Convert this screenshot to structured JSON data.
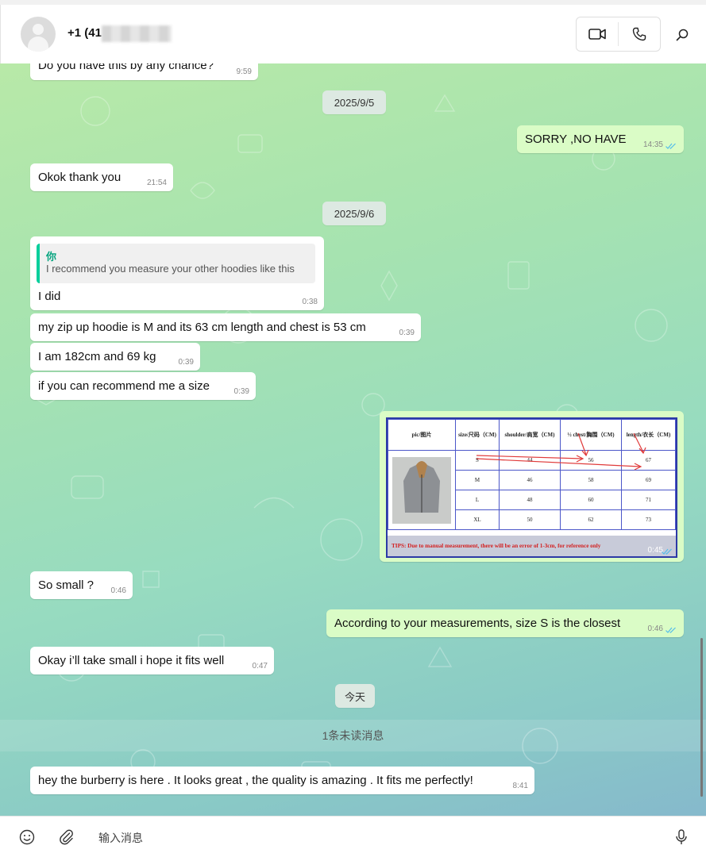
{
  "header": {
    "contact_name": "+1 (41",
    "icons": [
      "video-call-icon",
      "voice-call-icon",
      "search-icon"
    ]
  },
  "messages": [
    {
      "id": "m0",
      "dir": "in",
      "text": "Do you have this by any chance?",
      "time": "9:59"
    },
    {
      "id": "d1",
      "type": "date",
      "text": "2025/9/5"
    },
    {
      "id": "m1",
      "dir": "out",
      "text": "SORRY ,NO HAVE",
      "time": "14:35",
      "read": true
    },
    {
      "id": "m2",
      "dir": "in",
      "text": "Okok thank you",
      "time": "21:54"
    },
    {
      "id": "d2",
      "type": "date",
      "text": "2025/9/6"
    },
    {
      "id": "m3",
      "dir": "in",
      "text": "I did",
      "time": "0:38",
      "quote": {
        "name": "你",
        "text": "I recommend you measure your other hoodies like this"
      }
    },
    {
      "id": "m4",
      "dir": "in",
      "text": "my zip up hoodie is M and its 63 cm length and chest is 53 cm",
      "time": "0:39"
    },
    {
      "id": "m5",
      "dir": "in",
      "text": "I am 182cm and 69 kg",
      "time": "0:39"
    },
    {
      "id": "m6",
      "dir": "in",
      "text": "if you can recommend me a size",
      "time": "0:39"
    },
    {
      "id": "m7",
      "dir": "out",
      "type": "image",
      "time": "0:45",
      "read": true
    },
    {
      "id": "m8",
      "dir": "in",
      "text": "So small ?",
      "time": "0:46"
    },
    {
      "id": "m9",
      "dir": "out",
      "text": "According to your measurements, size S is the closest",
      "time": "0:46",
      "read": true
    },
    {
      "id": "m10",
      "dir": "in",
      "text": "Okay i’ll take small i hope it fits well",
      "time": "0:47"
    },
    {
      "id": "d3",
      "type": "date",
      "text": "今天"
    },
    {
      "id": "m11",
      "dir": "in",
      "text": "hey the burberry is here . It looks great , the quality is amazing . It fits me perfectly!",
      "time": "8:41"
    }
  ],
  "size_chart": {
    "headers": [
      "pic/图片",
      "size/尺码（CM)",
      "shoulder/肩宽（CM)",
      "½ chest/胸围（CM)",
      "length/衣长（CM)"
    ],
    "rows": [
      [
        "S",
        "44",
        "56",
        "67"
      ],
      [
        "M",
        "46",
        "58",
        "69"
      ],
      [
        "L",
        "48",
        "60",
        "71"
      ],
      [
        "XL",
        "50",
        "62",
        "73"
      ]
    ],
    "tips": "TIPS: Due to manual measurement, there will be an error of 1-3cm, for reference only"
  },
  "unread_banner": "1条未读消息",
  "composer": {
    "placeholder": "输入消息"
  },
  "colors": {
    "outgoing_bubble": "#dafcc6",
    "incoming_bubble": "#ffffff",
    "accent": "#06cf9c",
    "read_tick": "#53bdeb"
  }
}
